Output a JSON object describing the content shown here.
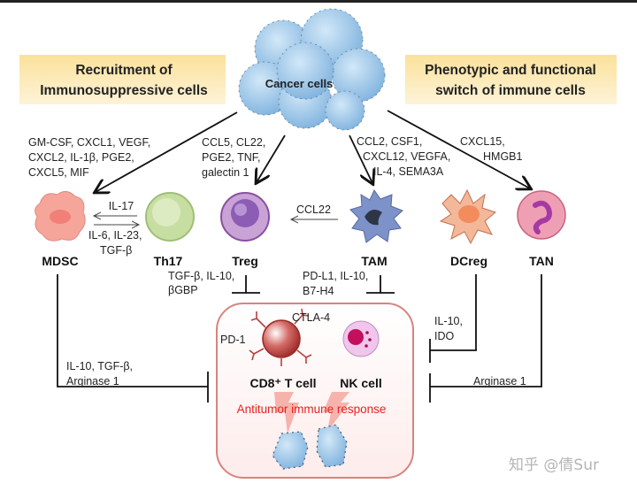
{
  "headers": {
    "left": [
      "Recruitment of",
      "Immunosuppressive cells"
    ],
    "right": [
      "Phenotypic and functional",
      "switch of immune cells"
    ]
  },
  "center": {
    "cancer_label": "Cancer cells"
  },
  "signals": {
    "mdsc_recruit": [
      "GM-CSF, CXCL1, VEGF,",
      "CXCL2, IL-1β, PGE2,",
      "CXCL5, MIF"
    ],
    "treg_recruit": [
      "CCL5, CL22,",
      "PGE2, TNF,",
      "galectin 1"
    ],
    "tam_recruit": [
      "CCL2, CSF1,",
      "CXCL12, VEGFA,",
      "IL-4, SEMA3A"
    ],
    "tan_recruit": [
      "CXCL15,",
      "HMGB1"
    ],
    "il17": "IL-17",
    "th17_to_mdsc": [
      "IL-6, IL-23,",
      "TGF-β"
    ],
    "ccl22": "CCL22",
    "treg_inhibit": [
      "TGF-β, IL-10,",
      "βGBP"
    ],
    "tam_inhibit": [
      "PD-L1, IL-10,",
      "B7-H4"
    ],
    "mdsc_inhibit": [
      "IL-10, TGF-β,",
      "Arginase 1"
    ],
    "dcreg_inhibit": [
      "IL-10,",
      "IDO"
    ],
    "tan_inhibit": "Arginase 1"
  },
  "cells": {
    "mdsc": "MDSC",
    "th17": "Th17",
    "treg": "Treg",
    "tam": "TAM",
    "dcreg": "DCreg",
    "tan": "TAN",
    "cd8": "CD8⁺ T cell",
    "nk": "NK cell",
    "ctla4": "CTLA-4",
    "pd1": "PD-1"
  },
  "response": "Antitumor immune response",
  "watermark": "知乎 @倩Sur",
  "colors": {
    "header_bg": "#fbe6a6",
    "box_border": "#d9837f",
    "response_text": "#e8231f",
    "cancer": "#8fbfe3"
  }
}
